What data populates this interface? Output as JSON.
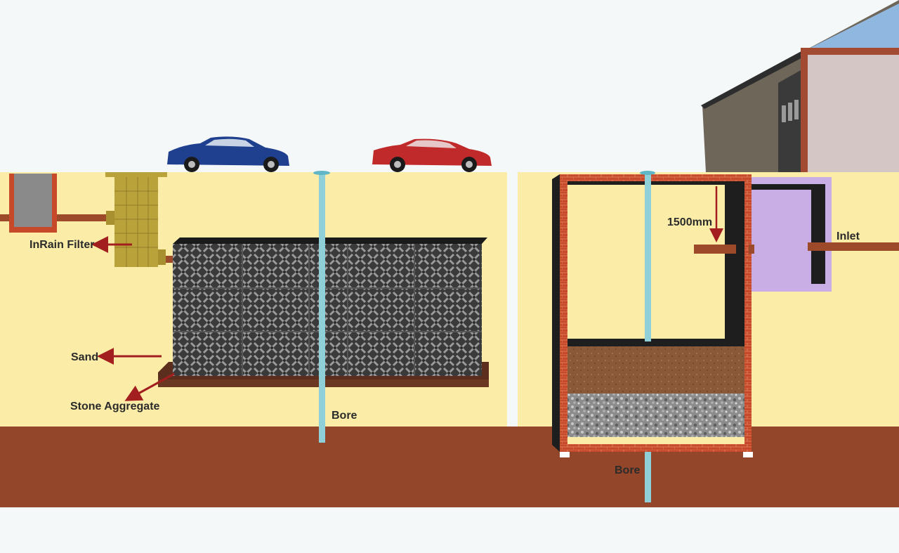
{
  "labels": {
    "inrain_filter": "InRain Filter",
    "sand": "Sand",
    "stone_aggregate": "Stone Aggregate",
    "bore_left": "Bore",
    "bore_right": "Bore",
    "depth": "1500mm",
    "inlet": "Inlet"
  },
  "colors": {
    "sky": "#f5f8f8",
    "soil": "#fbeda8",
    "deep_soil": "#94462a",
    "brick": "#c64a2a",
    "pipe": "#9c4a2a",
    "bore_pipe": "#8fd0d8",
    "filter": "#b9a23a",
    "chamber": "#c9aee6",
    "arrow": "#a31f1f"
  }
}
